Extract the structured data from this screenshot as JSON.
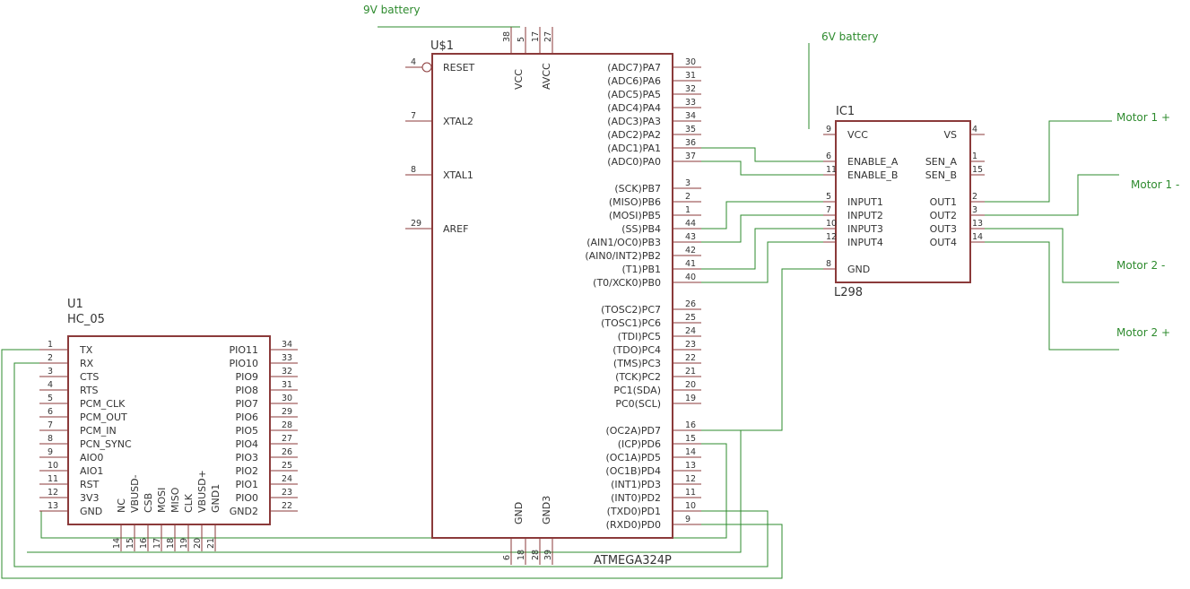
{
  "colors": {
    "part": "#8b3a3a",
    "wire": "#2e8b2e",
    "text": "#333333"
  },
  "nets": {
    "battery_9v": "9V battery",
    "battery_6v": "6V battery",
    "motor1_plus": "Motor 1 +",
    "motor1_minus": "Motor 1 -",
    "motor2_minus": "Motor 2 -",
    "motor2_plus": "Motor 2 +"
  },
  "mcu": {
    "name": "U$1",
    "value": "ATMEGA324P",
    "left_pins": [
      {
        "label": "RESET",
        "num": "4"
      },
      {
        "label": "XTAL2",
        "num": "7"
      },
      {
        "label": "XTAL1",
        "num": "8"
      },
      {
        "label": "AREF",
        "num": "29"
      }
    ],
    "top_pins": [
      {
        "label": "VCC",
        "nums": [
          "38",
          "5"
        ]
      },
      {
        "label": "AVCC",
        "nums": [
          "17",
          "27"
        ]
      }
    ],
    "bottom_pins": [
      {
        "label": "GND",
        "nums": [
          "6",
          "18"
        ]
      },
      {
        "label": "GND3",
        "nums": [
          "28",
          "39"
        ]
      }
    ],
    "right_pins": [
      {
        "label": "(ADC7)PA7",
        "num": "30"
      },
      {
        "label": "(ADC6)PA6",
        "num": "31"
      },
      {
        "label": "(ADC5)PA5",
        "num": "32"
      },
      {
        "label": "(ADC4)PA4",
        "num": "33"
      },
      {
        "label": "(ADC3)PA3",
        "num": "34"
      },
      {
        "label": "(ADC2)PA2",
        "num": "35"
      },
      {
        "label": "(ADC1)PA1",
        "num": "36"
      },
      {
        "label": "(ADC0)PA0",
        "num": "37"
      },
      {
        "label": "(SCK)PB7",
        "num": "3"
      },
      {
        "label": "(MISO)PB6",
        "num": "2"
      },
      {
        "label": "(MOSI)PB5",
        "num": "1"
      },
      {
        "label": "(SS)PB4",
        "num": "44"
      },
      {
        "label": "(AIN1/OC0)PB3",
        "num": "43"
      },
      {
        "label": "(AIN0/INT2)PB2",
        "num": "42"
      },
      {
        "label": "(T1)PB1",
        "num": "41"
      },
      {
        "label": "(T0/XCK0)PB0",
        "num": "40"
      },
      {
        "label": "(TOSC2)PC7",
        "num": "26"
      },
      {
        "label": "(TOSC1)PC6",
        "num": "25"
      },
      {
        "label": "(TDI)PC5",
        "num": "24"
      },
      {
        "label": "(TDO)PC4",
        "num": "23"
      },
      {
        "label": "(TMS)PC3",
        "num": "22"
      },
      {
        "label": "(TCK)PC2",
        "num": "21"
      },
      {
        "label": "PC1(SDA)",
        "num": "20"
      },
      {
        "label": "PC0(SCL)",
        "num": "19"
      },
      {
        "label": "(OC2A)PD7",
        "num": "16"
      },
      {
        "label": "(ICP)PD6",
        "num": "15"
      },
      {
        "label": "(OC1A)PD5",
        "num": "14"
      },
      {
        "label": "(OC1B)PD4",
        "num": "13"
      },
      {
        "label": "(INT1)PD3",
        "num": "12"
      },
      {
        "label": "(INT0)PD2",
        "num": "11"
      },
      {
        "label": "(TXD0)PD1",
        "num": "10"
      },
      {
        "label": "(RXD0)PD0",
        "num": "9"
      }
    ]
  },
  "driver": {
    "name": "IC1",
    "value": "L298",
    "left_pins": [
      {
        "label": "VCC",
        "num": "9"
      },
      {
        "label": "ENABLE_A",
        "num": "6"
      },
      {
        "label": "ENABLE_B",
        "num": "11"
      },
      {
        "label": "INPUT1",
        "num": "5"
      },
      {
        "label": "INPUT2",
        "num": "7"
      },
      {
        "label": "INPUT3",
        "num": "10"
      },
      {
        "label": "INPUT4",
        "num": "12"
      },
      {
        "label": "GND",
        "num": "8"
      }
    ],
    "right_pins": [
      {
        "label": "VS",
        "num": "4"
      },
      {
        "label": "SEN_A",
        "num": "1"
      },
      {
        "label": "SEN_B",
        "num": "15"
      },
      {
        "label": "OUT1",
        "num": "2"
      },
      {
        "label": "OUT2",
        "num": "3"
      },
      {
        "label": "OUT3",
        "num": "13"
      },
      {
        "label": "OUT4",
        "num": "14"
      }
    ]
  },
  "bt": {
    "name": "U1",
    "value": "HC_05",
    "left_pins": [
      {
        "label": "TX",
        "num": "1"
      },
      {
        "label": "RX",
        "num": "2"
      },
      {
        "label": "CTS",
        "num": "3"
      },
      {
        "label": "RTS",
        "num": "4"
      },
      {
        "label": "PCM_CLK",
        "num": "5"
      },
      {
        "label": "PCM_OUT",
        "num": "6"
      },
      {
        "label": "PCM_IN",
        "num": "7"
      },
      {
        "label": "PCN_SYNC",
        "num": "8"
      },
      {
        "label": "AIO0",
        "num": "9"
      },
      {
        "label": "AIO1",
        "num": "10"
      },
      {
        "label": "RST",
        "num": "11"
      },
      {
        "label": "3V3",
        "num": "12"
      },
      {
        "label": "GND",
        "num": "13"
      }
    ],
    "right_pins": [
      {
        "label": "PIO11",
        "num": "34"
      },
      {
        "label": "PIO10",
        "num": "33"
      },
      {
        "label": "PIO9",
        "num": "32"
      },
      {
        "label": "PIO8",
        "num": "31"
      },
      {
        "label": "PIO7",
        "num": "30"
      },
      {
        "label": "PIO6",
        "num": "29"
      },
      {
        "label": "PIO5",
        "num": "28"
      },
      {
        "label": "PIO4",
        "num": "27"
      },
      {
        "label": "PIO3",
        "num": "26"
      },
      {
        "label": "PIO2",
        "num": "25"
      },
      {
        "label": "PIO1",
        "num": "24"
      },
      {
        "label": "PIO0",
        "num": "23"
      },
      {
        "label": "GND2",
        "num": "22"
      }
    ],
    "bottom_pins": [
      {
        "label": "NC",
        "num": "14"
      },
      {
        "label": "VBUSD-",
        "num": "15"
      },
      {
        "label": "CSB",
        "num": "16"
      },
      {
        "label": "MOSI",
        "num": "17"
      },
      {
        "label": "MISO",
        "num": "18"
      },
      {
        "label": "CLK",
        "num": "19"
      },
      {
        "label": "VBUSD+",
        "num": "20"
      },
      {
        "label": "GND1",
        "num": "21"
      }
    ]
  }
}
